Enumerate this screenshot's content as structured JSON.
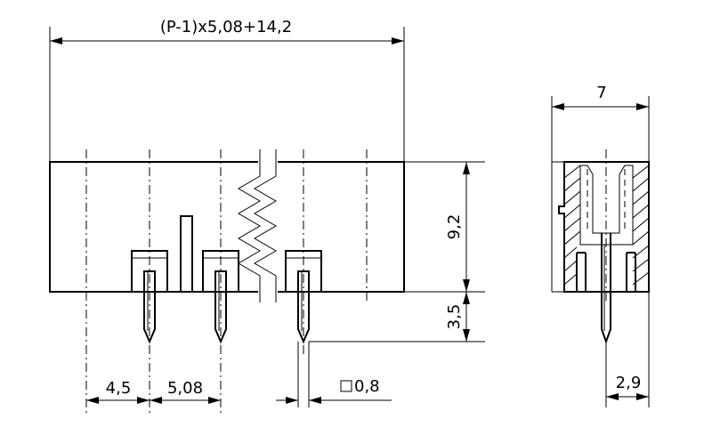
{
  "dimensions": {
    "overall_length": "(P-1)x5,08+14,2",
    "depth": "7",
    "height": "9,2",
    "pin_length": "3,5",
    "edge_offset": "4,5",
    "pitch": "5,08",
    "pin_section": "0,8",
    "side_pin_offset": "2,9"
  },
  "symbols": {
    "square": "square-symbol"
  }
}
